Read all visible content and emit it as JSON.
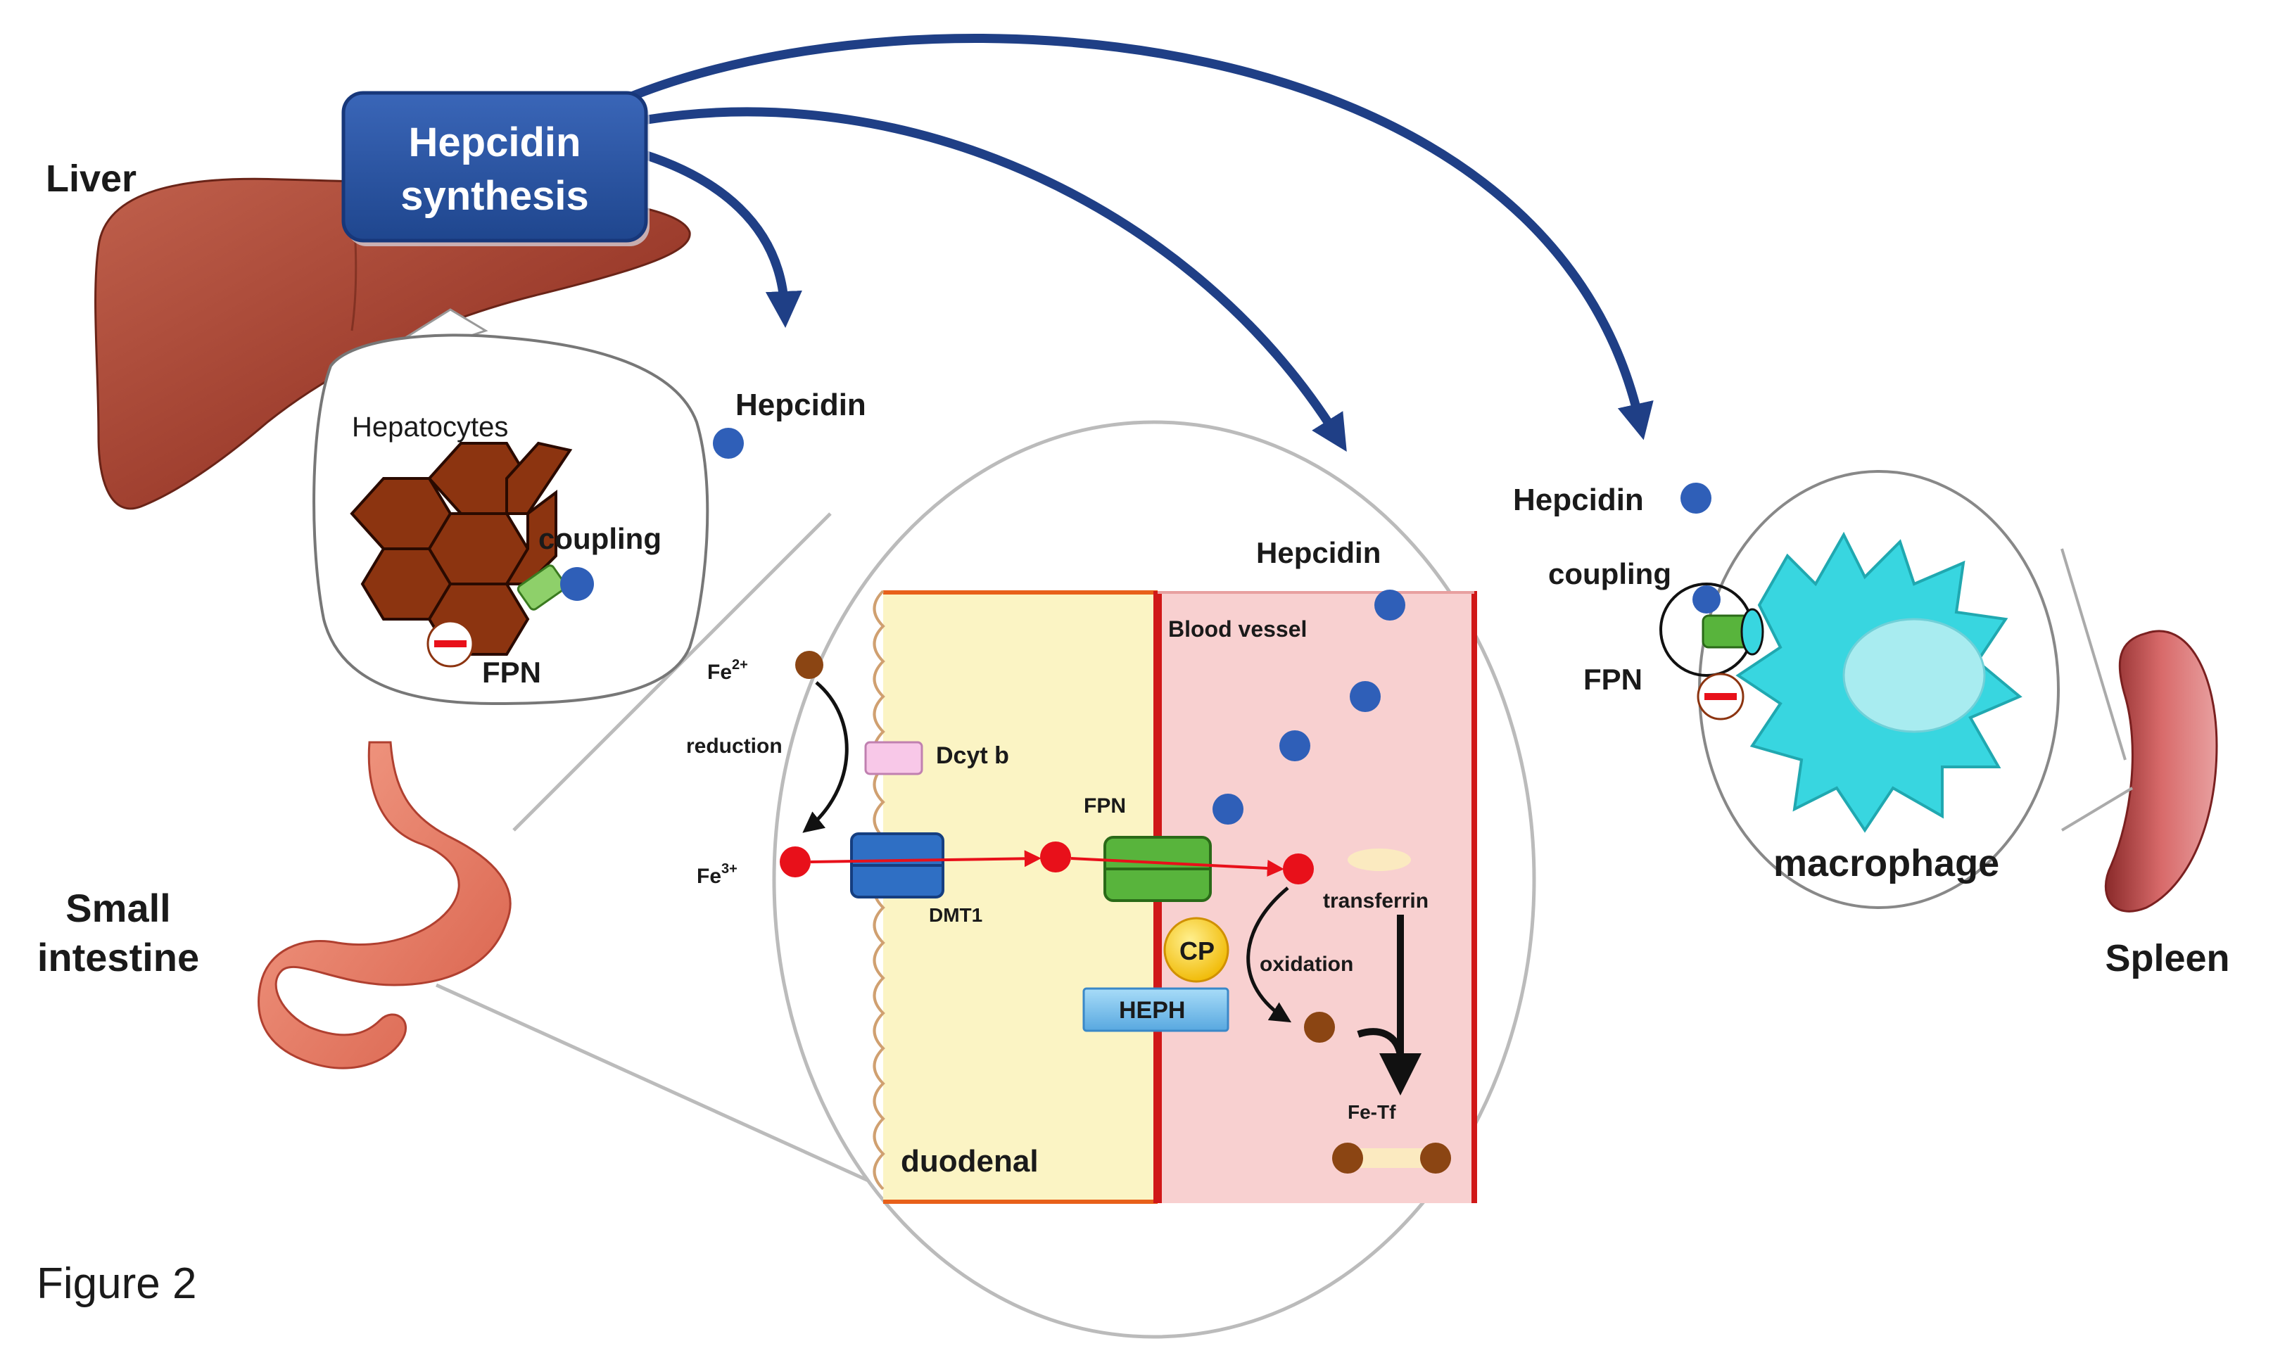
{
  "hepcidin_box": {
    "line1": "Hepcidin",
    "line2": "synthesis",
    "color": "#2a4f9a"
  },
  "organs": {
    "liver": "Liver",
    "small_intestine_line1": "Small",
    "small_intestine_line2": "intestine",
    "spleen": "Spleen"
  },
  "liver_inset": {
    "title": "Hepatocytes",
    "coupling": "coupling",
    "fpn": "FPN"
  },
  "hepcidin_labels": {
    "free": "Hepcidin",
    "blood": "Hepcidin",
    "macrophage": "Hepcidin"
  },
  "intestine_inset": {
    "fe2": "Fe",
    "fe2_sup": "2+",
    "fe3": "Fe",
    "fe3_sup": "3+",
    "reduction": "reduction",
    "dcytb": "Dcyt b",
    "dmt1": "DMT1",
    "fpn": "FPN",
    "blood_vessel": "Blood  vessel",
    "transferrin": "transferrin",
    "cp": "CP",
    "oxidation": "oxidation",
    "heph": "HEPH",
    "fe_tf": "Fe-Tf",
    "duodenal": "duodenal"
  },
  "macrophage_inset": {
    "coupling": "coupling",
    "fpn": "FPN",
    "label": "macrophage"
  },
  "figure_caption": "Figure  2",
  "colors": {
    "arrow": "#1f3f86",
    "hepcidin_dot": "#2f5fb8",
    "iron_red": "#e8101a",
    "iron_brown": "#8b4513",
    "liver": "#a8483a",
    "hepatocyte": "#8c3410",
    "enterocyte": "#fbf4c4",
    "blood": "#f8d0d0",
    "vessel_wall": "#d01818",
    "macrophage": "#38d6e0",
    "fpn_green": "#58b43c",
    "dmt1_blue": "#2f6fc4"
  }
}
